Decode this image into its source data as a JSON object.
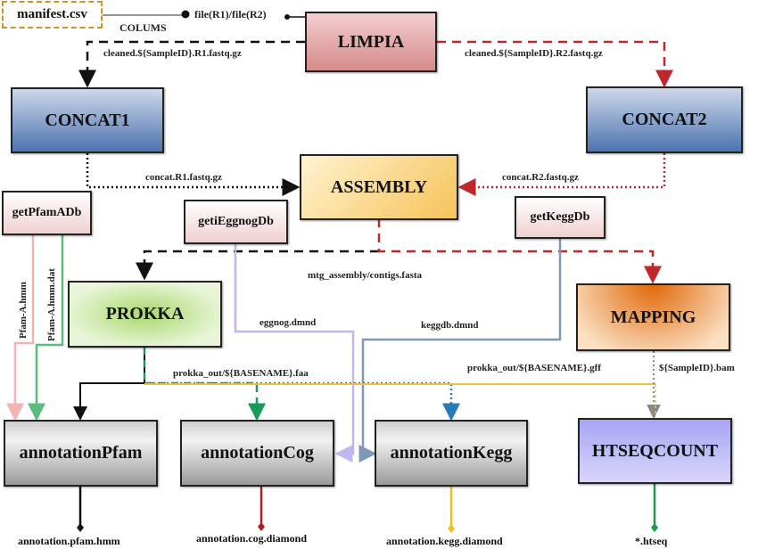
{
  "diagram": {
    "nodes": {
      "manifest": "manifest.csv",
      "limpia": "LIMPIA",
      "concat1": "CONCAT1",
      "concat2": "CONCAT2",
      "assembly": "ASSEMBLY",
      "getPfamADb": "getPfamADb",
      "getiEggnogDb": "getiEggnogDb",
      "getKeggDb": "getKeggDb",
      "prokka": "PROKKA",
      "mapping": "MAPPING",
      "annotationPfam": "annotationPfam",
      "annotationCog": "annotationCog",
      "annotationKegg": "annotationKegg",
      "htseqcount": "HTSEQCOUNT"
    },
    "edge_labels": {
      "colums": "COLUMS",
      "file_r1_r2": "file(R1)/file(R2)",
      "cleaned_r1": "cleaned.${SampleID}.R1.fastq.gz",
      "cleaned_r2": "cleaned.${SampleID}.R2.fastq.gz",
      "concat_r1": "concat.R1.fastq.gz",
      "concat_r2": "concat.R2.fastq.gz",
      "contigs": "mtg_assembly/contigs.fasta",
      "pfam_hmm": "Pfam-A.hmm",
      "pfam_hmm_dat": "Pfam-A.hmm.dat",
      "eggnog_dmnd": "eggnog.dmnd",
      "keggdb_dmnd": "keggdb.dmnd",
      "prokka_faa": "prokka_out/${BASENAME}.faa",
      "prokka_gff": "prokka_out/${BASENAME}.gff",
      "sample_bam": "${SampleID}.bam"
    },
    "outputs": {
      "pfam": "annotation.pfam.hmm",
      "cog": "annotation.cog.diamond",
      "kegg": "annotation.kegg.diamond",
      "htseq": "*.htseq"
    },
    "colors": {
      "r1_path": "#111111",
      "r2_path": "#c0272d",
      "pfam_hmm_line": "#f2b3b3",
      "pfam_dat_line": "#5dbb7f",
      "eggnog_line": "#bdb8ef",
      "kegg_line": "#7f97b8",
      "faa_green": "#1a9a5a",
      "faa_blue": "#2a7ab8",
      "gff_yellow": "#f0c040",
      "bam_gray": "#888888",
      "out_cog": "#b01e23",
      "out_kegg": "#f0c020",
      "out_htseq": "#1a9a4a"
    }
  }
}
